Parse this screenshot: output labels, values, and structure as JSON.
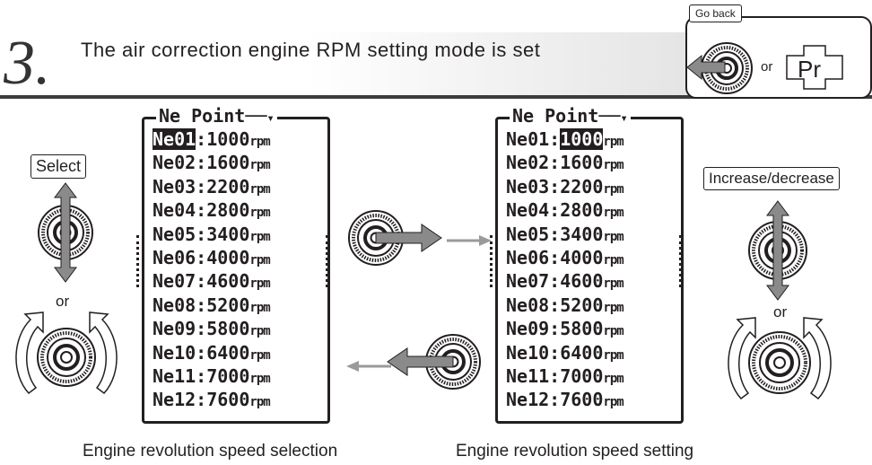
{
  "header": {
    "step_number": "3.",
    "title": "The air correction engine RPM setting mode is set",
    "go_back_label": "Go back",
    "or": "or",
    "pr_key": "Pr"
  },
  "left": {
    "select_label": "Select",
    "or": "or",
    "caption": "Engine revolution speed selection"
  },
  "right": {
    "increase_label": "Increase/decrease",
    "or": "or",
    "caption": "Engine revolution speed setting"
  },
  "screen_title": "Ne Point",
  "screen_title_arrow": "▾",
  "unit": "rpm",
  "rows": [
    {
      "name": "Ne01",
      "rpm": "1000"
    },
    {
      "name": "Ne02",
      "rpm": "1600"
    },
    {
      "name": "Ne03",
      "rpm": "2200"
    },
    {
      "name": "Ne04",
      "rpm": "2800"
    },
    {
      "name": "Ne05",
      "rpm": "3400"
    },
    {
      "name": "Ne06",
      "rpm": "4000"
    },
    {
      "name": "Ne07",
      "rpm": "4600"
    },
    {
      "name": "Ne08",
      "rpm": "5200"
    },
    {
      "name": "Ne09",
      "rpm": "5800"
    },
    {
      "name": "Ne10",
      "rpm": "6400"
    },
    {
      "name": "Ne11",
      "rpm": "7000"
    },
    {
      "name": "Ne12",
      "rpm": "7600"
    }
  ],
  "icons": {
    "dial": "jog-dial-icon",
    "arrow": "arrow-icon",
    "rotate": "rotate-arrows-icon",
    "pr": "pr-key-icon"
  },
  "colors": {
    "ink": "#231f20",
    "arrow_gray": "#8a8a8a",
    "header_gradient_end": "#dcdcdc",
    "rule": "#3c3c3c"
  }
}
